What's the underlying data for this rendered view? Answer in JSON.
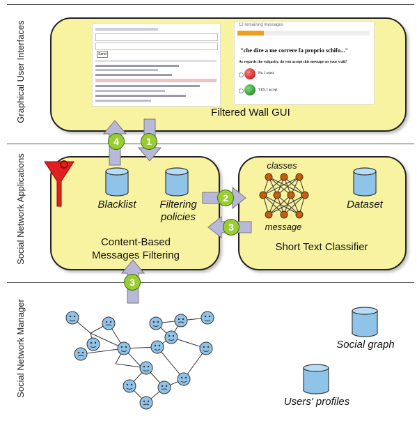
{
  "lanes": {
    "gui": "Graphical User Interfaces",
    "apps": "Social Network Applications",
    "manager": "Social Network Manager"
  },
  "gui_panel": {
    "title": "Filtered Wall GUI",
    "screenshot_left": {
      "button": "Send"
    },
    "screenshot_right": {
      "header": "12 remaining messages",
      "quote": "\"che dire a me correre fa proprio schifo...\"",
      "question": "As regards the vulgarity, do you accept this message on your wall?",
      "option_no": "No, I reject",
      "option_yes": "YES, I accept"
    }
  },
  "cbmf_panel": {
    "title_line1": "Content-Based",
    "title_line2": "Messages Filtering",
    "blacklist": "Blacklist",
    "filtering_line1": "Filtering",
    "filtering_line2": "policies"
  },
  "stc_panel": {
    "title": "Short Text Classifier",
    "classes": "classes",
    "message": "message",
    "dataset": "Dataset"
  },
  "manager": {
    "social_graph": "Social graph",
    "users_profiles": "Users' profiles"
  },
  "badges": {
    "b1": "1",
    "b2": "2",
    "b3a": "3",
    "b3b": "3",
    "b4": "4"
  },
  "colors": {
    "panel": "#f8f3a0",
    "badge": "#9acd32",
    "arrow": "#b8b8d8",
    "funnel": "#e02020",
    "db": "#8fc3e8",
    "face": "#8fc3e8",
    "neuron": "#c06010"
  }
}
